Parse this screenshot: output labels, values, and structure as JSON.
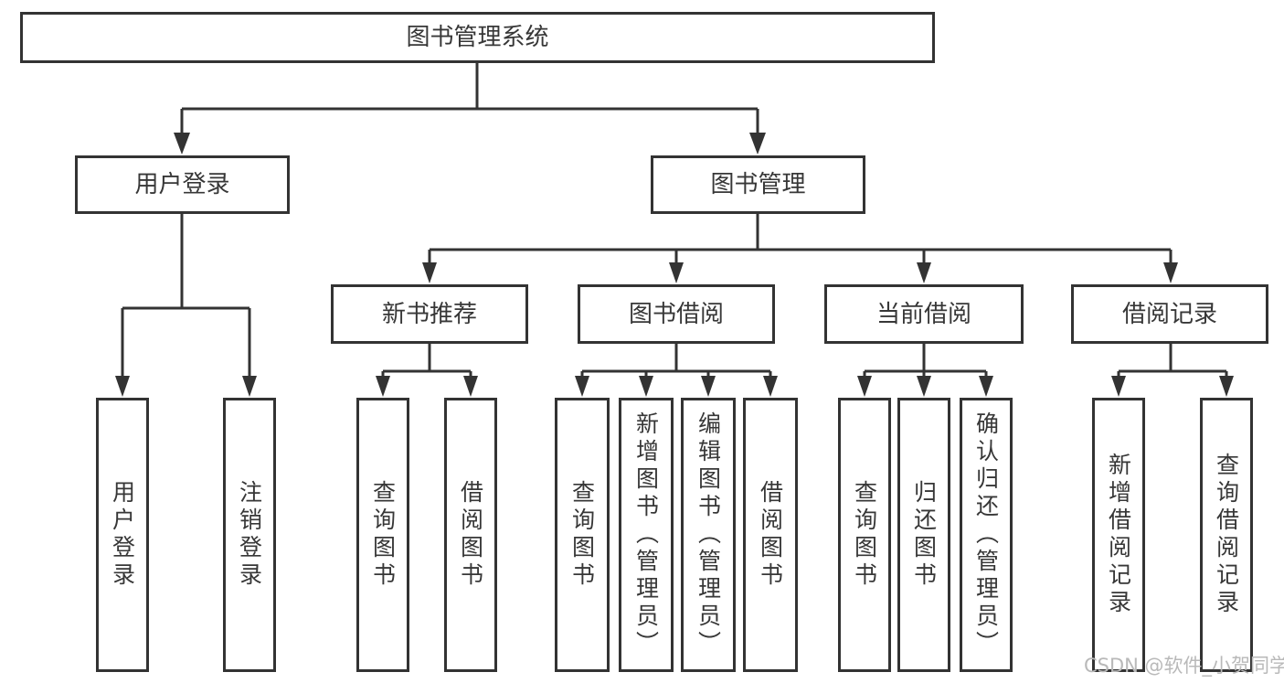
{
  "diagram": {
    "type": "functional-structure-tree",
    "tree": {
      "root": {
        "label": "图书管理系统",
        "children": [
          {
            "label": "用户登录",
            "children": [
              {
                "label": "用户登录"
              },
              {
                "label": "注销登录"
              }
            ]
          },
          {
            "label": "图书管理",
            "children": [
              {
                "label": "新书推荐",
                "children": [
                  {
                    "label": "查询图书"
                  },
                  {
                    "label": "借阅图书"
                  }
                ]
              },
              {
                "label": "图书借阅",
                "children": [
                  {
                    "label": "查询图书"
                  },
                  {
                    "label": "新增图书（管理员）"
                  },
                  {
                    "label": "编辑图书（管理员）"
                  },
                  {
                    "label": "借阅图书"
                  }
                ]
              },
              {
                "label": "当前借阅",
                "children": [
                  {
                    "label": "查询图书"
                  },
                  {
                    "label": "归还图书"
                  },
                  {
                    "label": "确认归还（管理员）"
                  }
                ]
              },
              {
                "label": "借阅记录",
                "children": [
                  {
                    "label": "新增借阅记录"
                  },
                  {
                    "label": "查询借阅记录"
                  }
                ]
              }
            ]
          }
        ]
      }
    },
    "colors": {
      "line": "#333333",
      "box_border": "#333333",
      "box_fill": "#ffffff",
      "text": "#373737",
      "watermark": "#b9b9b9",
      "background": "#ffffff"
    }
  },
  "watermark": {
    "text": "CSDN @软件_小贺同学"
  }
}
